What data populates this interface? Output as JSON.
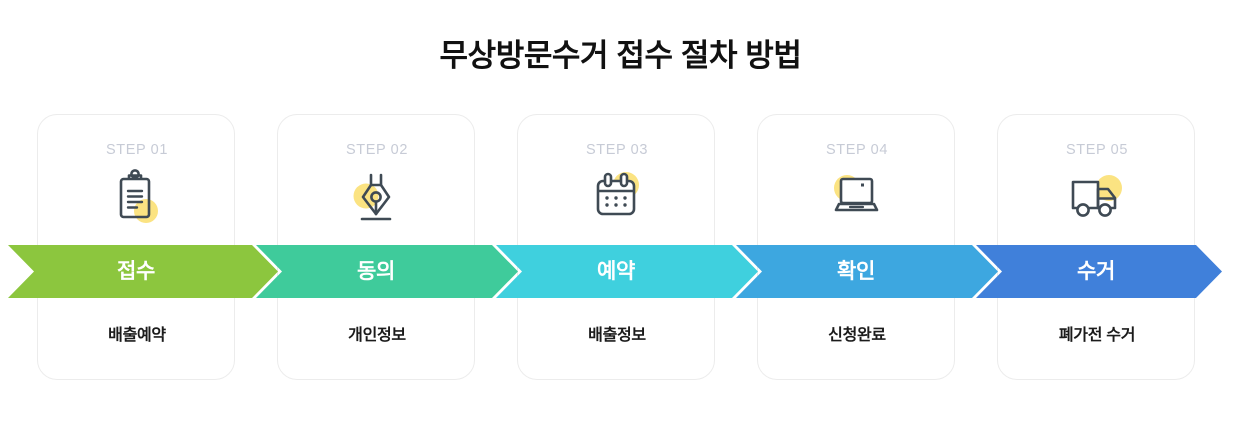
{
  "page": {
    "title": "무상방문수거 접수 절차 방법",
    "background_color": "#ffffff"
  },
  "palette": {
    "icon_stroke": "#3f4a54",
    "icon_accent_yellow": "#fbe382",
    "step_number_color": "#c7cbd6",
    "caption_color": "#1b1b1b",
    "card_border": "#ececec",
    "chevron_label_color": "#ffffff"
  },
  "steps": [
    {
      "number": "STEP 01",
      "icon": "clipboard-icon",
      "stage_label": "접수",
      "caption": "배출예약",
      "color": "#8cc63e"
    },
    {
      "number": "STEP 02",
      "icon": "pen-nib-icon",
      "stage_label": "동의",
      "caption": "개인정보",
      "color": "#3fcb9b"
    },
    {
      "number": "STEP 03",
      "icon": "calendar-icon",
      "stage_label": "예약",
      "caption": "배출정보",
      "color": "#3fd0de"
    },
    {
      "number": "STEP 04",
      "icon": "laptop-icon",
      "stage_label": "확인",
      "caption": "신청완료",
      "color": "#3da7e0"
    },
    {
      "number": "STEP 05",
      "icon": "truck-icon",
      "stage_label": "수거",
      "caption": "폐가전 수거",
      "color": "#4080da"
    }
  ]
}
